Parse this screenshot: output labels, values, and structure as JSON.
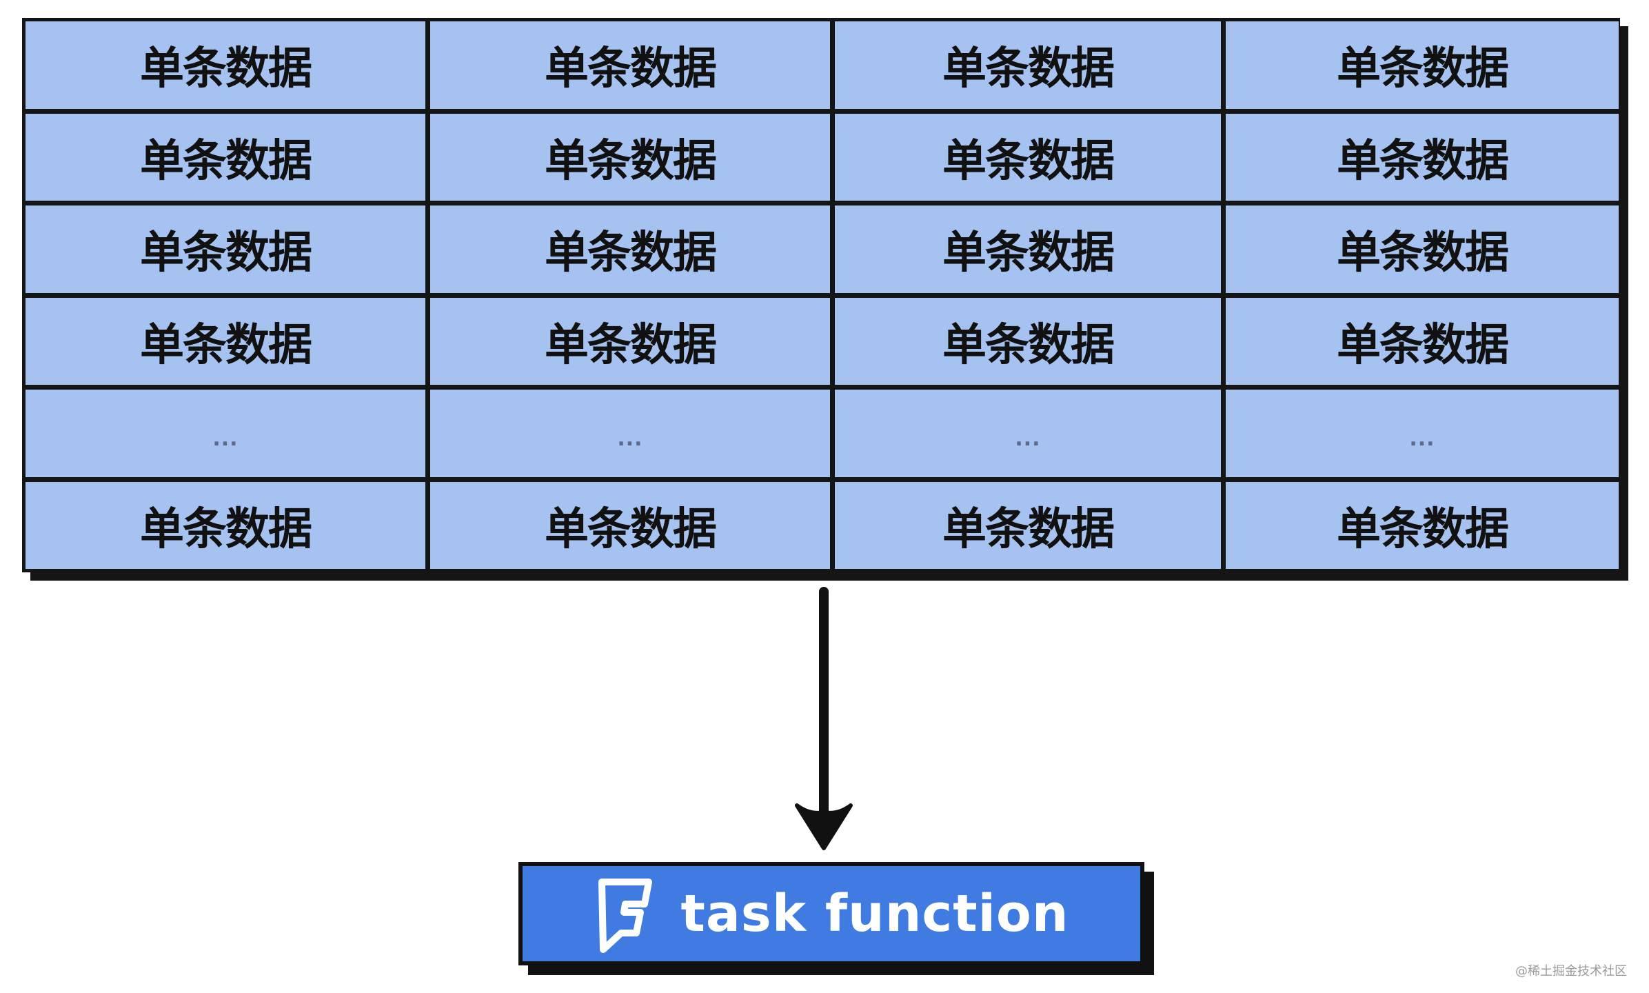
{
  "grid": {
    "columns": 4,
    "rows": [
      [
        "单条数据",
        "单条数据",
        "单条数据",
        "单条数据"
      ],
      [
        "单条数据",
        "单条数据",
        "单条数据",
        "单条数据"
      ],
      [
        "单条数据",
        "单条数据",
        "单条数据",
        "单条数据"
      ],
      [
        "单条数据",
        "单条数据",
        "单条数据",
        "单条数据"
      ],
      [
        "...",
        "...",
        "...",
        "..."
      ],
      [
        "单条数据",
        "单条数据",
        "单条数据",
        "单条数据"
      ]
    ],
    "cell_color": "#a6c2f1",
    "border_color": "#151515"
  },
  "task_box": {
    "icon": "foursquare-f-icon",
    "label": "task function",
    "color": "#3f7be0"
  },
  "watermark": "@稀土掘金技术社区"
}
